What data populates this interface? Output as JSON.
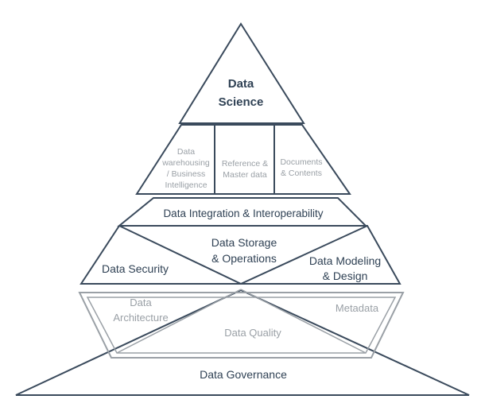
{
  "pyramid": {
    "apex": {
      "line1": "Data",
      "line2": "Science"
    },
    "tier2": {
      "cell1": {
        "line1": "Data",
        "line2": "warehousing",
        "line3": "/ Business",
        "line4": "Intelligence"
      },
      "cell2": {
        "line1": "Reference &",
        "line2": "Master data"
      },
      "cell3": {
        "line1": "Documents",
        "line2": "& Contents"
      }
    },
    "tier3": {
      "label": "Data Integration & Interoperability"
    },
    "tier4": {
      "left": "Data Security",
      "center": {
        "line1": "Data Storage",
        "line2": "& Operations"
      },
      "right": {
        "line1": "Data Modeling",
        "line2": "& Design"
      }
    },
    "tier5": {
      "left": {
        "line1": "Data",
        "line2": "Architecture"
      },
      "center": "Data Quality",
      "right": "Metadata"
    },
    "base": {
      "label": "Data Governance"
    }
  },
  "colors": {
    "dark_text": "#2f4154",
    "dark_stroke": "#3a4a5c",
    "light": "#9aa0a6"
  }
}
